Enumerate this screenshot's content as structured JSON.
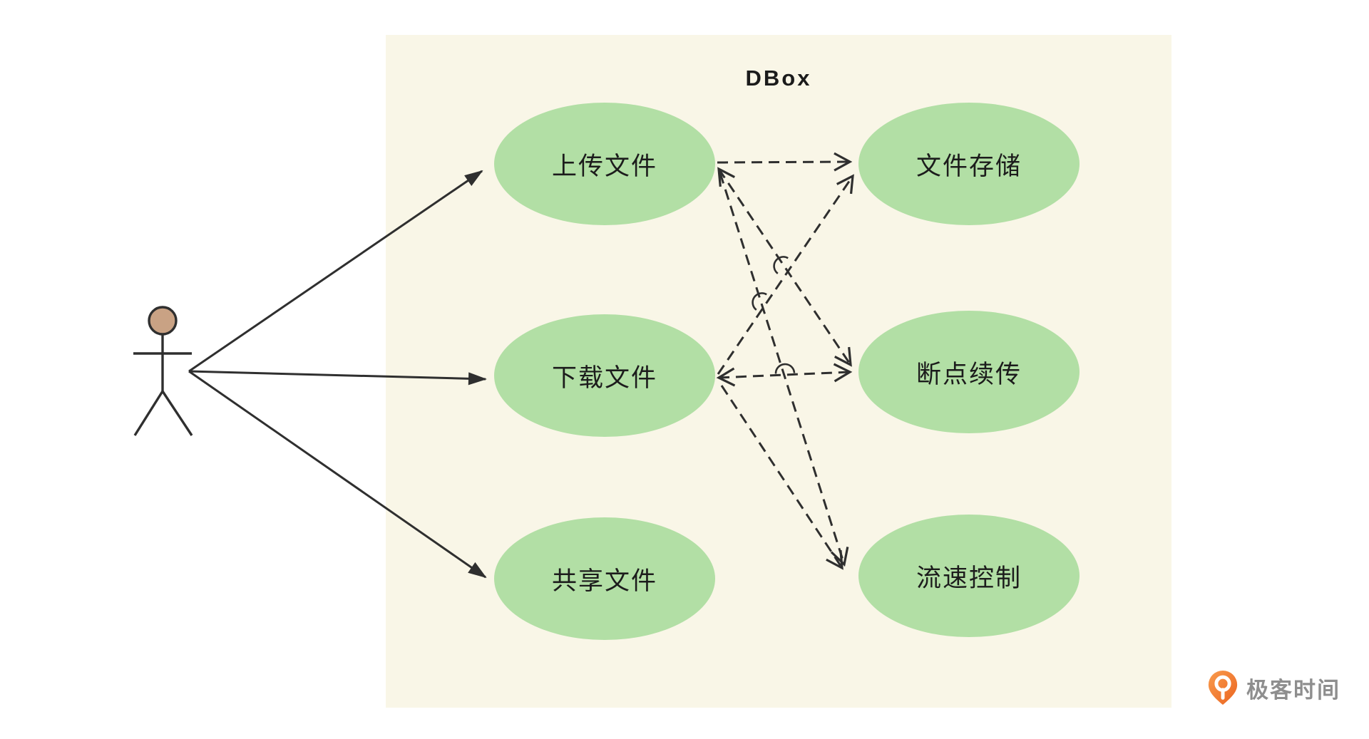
{
  "diagram": {
    "type": "uml-use-case",
    "system": {
      "title": "DBox"
    },
    "use_cases": [
      {
        "id": "upload",
        "label": "上传文件"
      },
      {
        "id": "storage",
        "label": "文件存储"
      },
      {
        "id": "download",
        "label": "下载文件"
      },
      {
        "id": "resume",
        "label": "断点续传"
      },
      {
        "id": "share",
        "label": "共享文件"
      },
      {
        "id": "rate",
        "label": "流速控制"
      }
    ],
    "relations": {
      "actor_solid_arrows": [
        "上传文件",
        "下载文件",
        "共享文件"
      ],
      "dashed_arrows": [
        {
          "from": "上传文件",
          "to": "文件存储"
        },
        {
          "from": "下载文件",
          "to": "文件存储"
        },
        {
          "from": "上传文件",
          "to": "断点续传",
          "arrow_both_ends": true
        },
        {
          "from": "下载文件",
          "to": "断点续传",
          "arrow_both_ends": true
        },
        {
          "from": "上传文件",
          "to": "流速控制"
        },
        {
          "from": "下载文件",
          "to": "流速控制"
        }
      ]
    },
    "colors": {
      "usecase_fill": "#b2dfa5",
      "boundary_fill": "#f9f6e7",
      "line": "#2f2f2f",
      "actor_head": "#c9a284"
    }
  },
  "brand": {
    "name": "极客时间",
    "icon_color": "#f0762b",
    "text_color": "#8e8e8e"
  }
}
